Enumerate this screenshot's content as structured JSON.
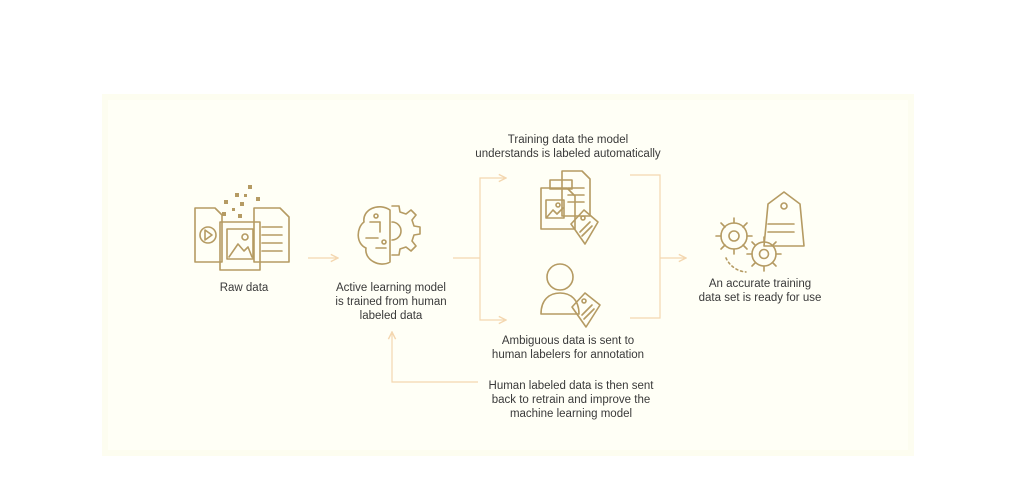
{
  "labels": {
    "raw_data": "Raw data",
    "active_model": "Active learning model\nis trained from human\nlabeled data",
    "auto_labeled": "Training data the model\nunderstands is labeled automatically",
    "ambiguous": "Ambiguous data is sent to\nhuman labelers for annotation",
    "accurate": "An accurate training\ndata set is ready for use",
    "feedback": "Human labeled data is then sent\nback to retrain and improve the\nmachine learning model"
  },
  "colors": {
    "icon": "#b59b63",
    "arrow": "#f4d7b0",
    "panel": "#fffff6",
    "text": "#3a3a3a"
  },
  "icons": [
    "raw-data-icon",
    "brain-gear-icon",
    "labeled-documents-icon",
    "human-labeler-icon",
    "gears-tag-icon"
  ]
}
